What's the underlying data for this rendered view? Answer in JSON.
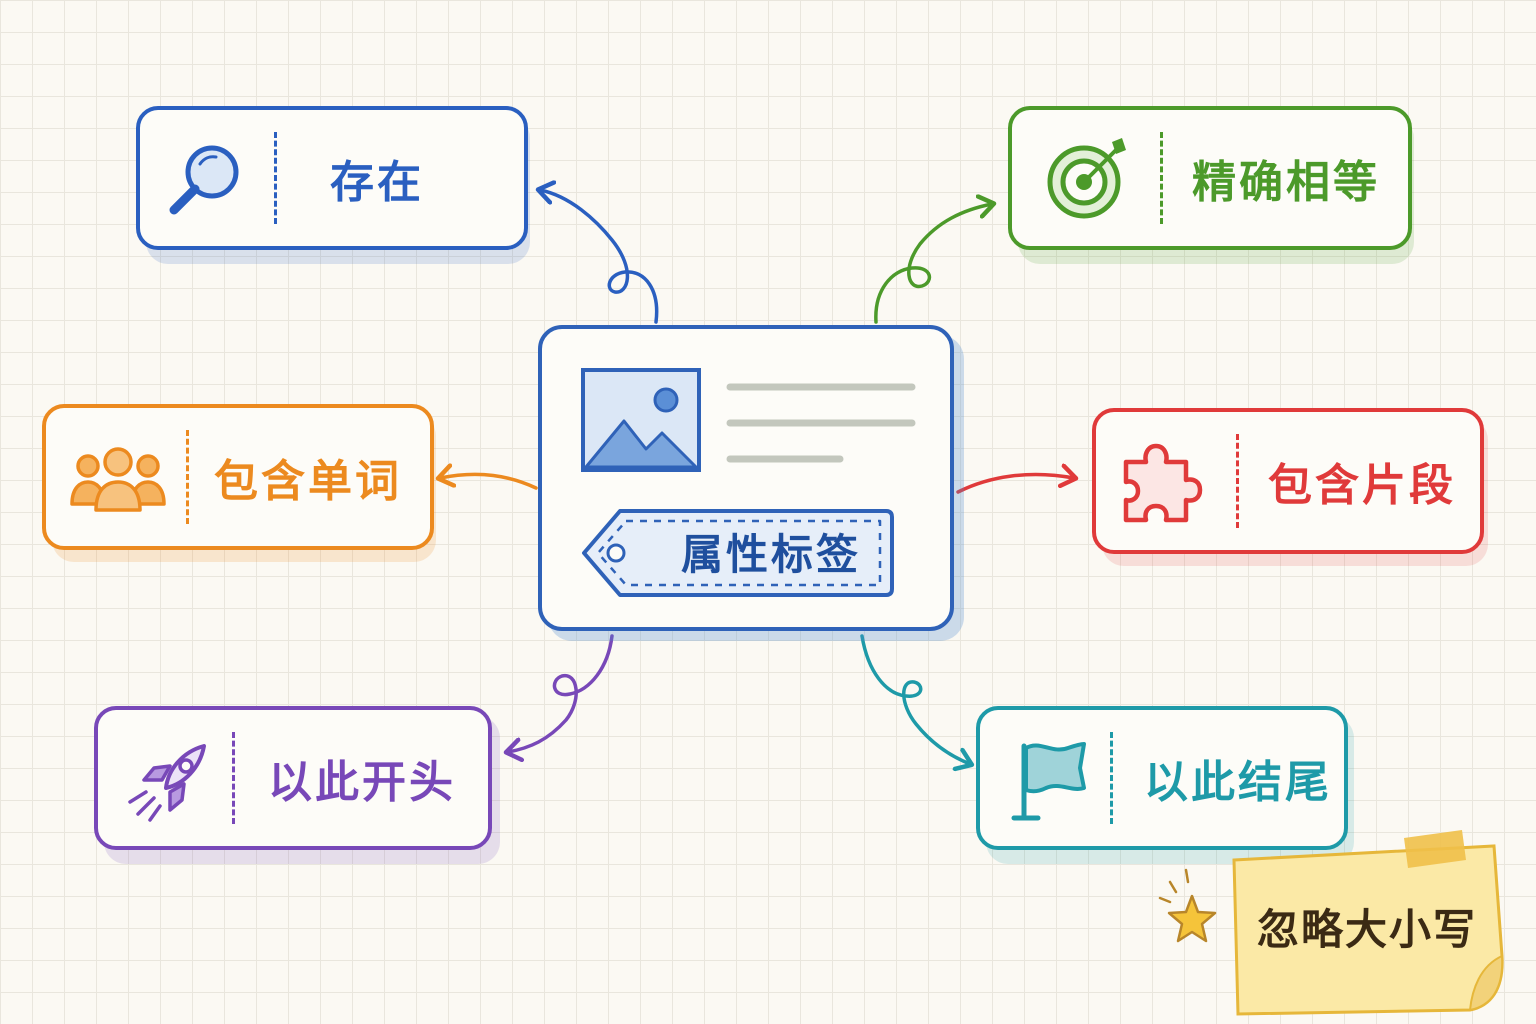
{
  "center": {
    "label": "属性标签",
    "color": "#2f62b8"
  },
  "nodes": [
    {
      "id": "exists",
      "label": "存在",
      "icon": "magnifier-icon",
      "color": "#2a5fc0"
    },
    {
      "id": "contains-word",
      "label": "包含单词",
      "icon": "people-icon",
      "color": "#ec8a1f"
    },
    {
      "id": "starts-with",
      "label": "以此开头",
      "icon": "rocket-icon",
      "color": "#7848b8"
    },
    {
      "id": "exact-equal",
      "label": "精确相等",
      "icon": "target-icon",
      "color": "#4c9a2a"
    },
    {
      "id": "contains-substring",
      "label": "包含片段",
      "icon": "puzzle-icon",
      "color": "#e03a3a"
    },
    {
      "id": "ends-with",
      "label": "以此结尾",
      "icon": "flag-icon",
      "color": "#1e9aa8"
    }
  ],
  "note": {
    "label": "忽略大小写",
    "icon": "star-icon",
    "color": "#fbe9a6"
  }
}
